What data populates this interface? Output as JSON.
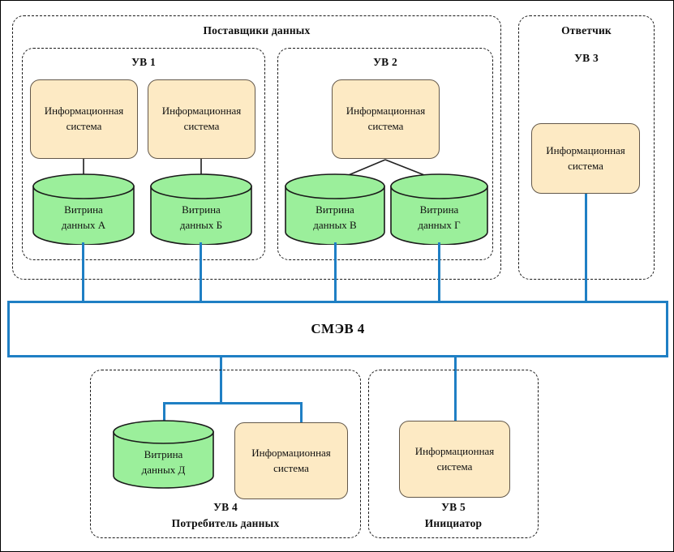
{
  "diagram": {
    "title_top": "Поставщики данных",
    "colors": {
      "is_fill": "#FDEAC4",
      "is_stroke": "#63584A",
      "mart_fill": "#9BEF9B",
      "mart_stroke": "#1a1a1a",
      "bus_stroke": "#1F7FC4",
      "link_blue": "#1F7FC4",
      "link_dark": "#4A4A4A",
      "group_dash": "#1A1A1A"
    },
    "groups": {
      "providers": {
        "label": "Поставщики данных"
      },
      "uv1": {
        "label": "УВ 1"
      },
      "uv2": {
        "label": "УВ 2"
      },
      "uv3": {
        "label_top": "Ответчик",
        "label_code": "УВ 3"
      },
      "uv4": {
        "label_code": "УВ 4",
        "label_role": "Потребитель данных"
      },
      "uv5": {
        "label_code": "УВ 5",
        "label_role": "Инициатор"
      }
    },
    "information_systems": [
      {
        "id": "is-uv1-a",
        "line1": "Информационная",
        "line2": "система"
      },
      {
        "id": "is-uv1-b",
        "line1": "Информационная",
        "line2": "система"
      },
      {
        "id": "is-uv2",
        "line1": "Информационная",
        "line2": "система"
      },
      {
        "id": "is-uv3",
        "line1": "Информационная",
        "line2": "система"
      },
      {
        "id": "is-uv4",
        "line1": "Информационная",
        "line2": "система"
      },
      {
        "id": "is-uv5",
        "line1": "Информационная",
        "line2": "система"
      }
    ],
    "data_marts": [
      {
        "id": "mart-a",
        "line1": "Витрина",
        "line2": "данных А"
      },
      {
        "id": "mart-b",
        "line1": "Витрина",
        "line2": "данных Б"
      },
      {
        "id": "mart-v",
        "line1": "Витрина",
        "line2": "данных В"
      },
      {
        "id": "mart-g",
        "line1": "Витрина",
        "line2": "данных Г"
      },
      {
        "id": "mart-d",
        "line1": "Витрина",
        "line2": "данных Д"
      }
    ],
    "bus": {
      "label": "СМЭВ 4"
    }
  }
}
